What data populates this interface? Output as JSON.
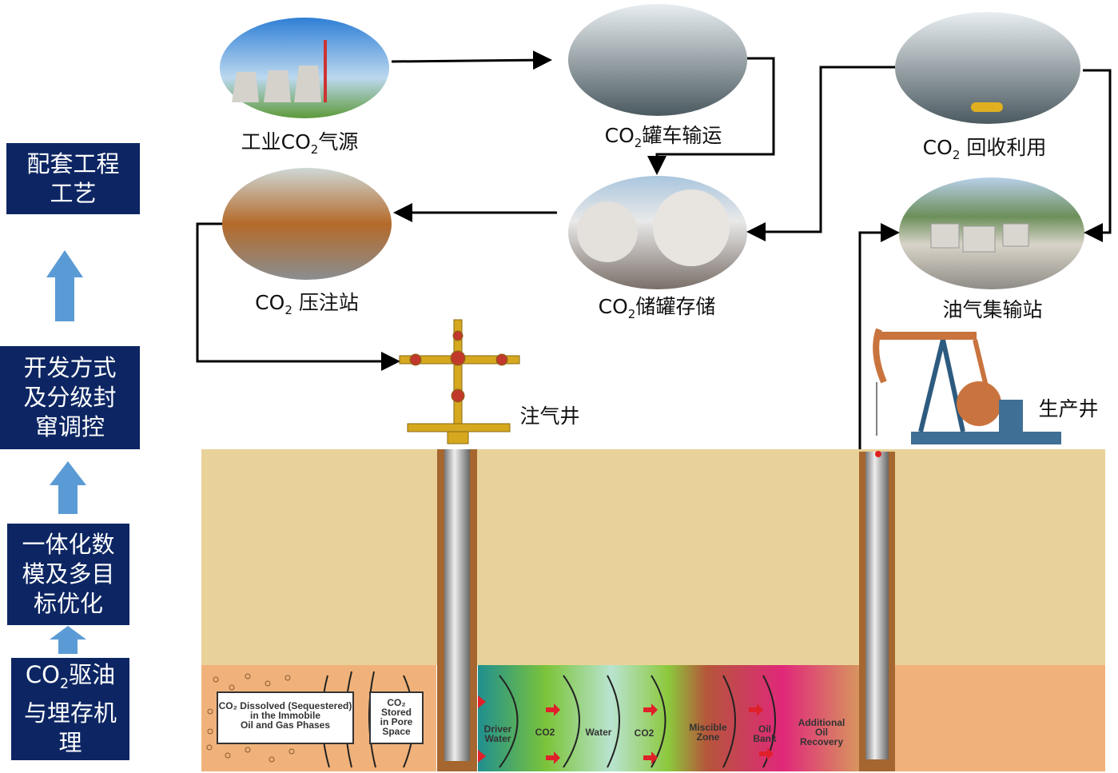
{
  "left_column": {
    "box1": "配套工程工艺",
    "box2": "开发方式及分级封窜调控",
    "box3": "一体化数模及多目标优化",
    "box4_prefix": "CO",
    "box4_sub": "2",
    "box4_rest": "驱油与埋存机理"
  },
  "stations": {
    "source": {
      "pre": "工业CO",
      "sub": "2",
      "post": "气源"
    },
    "truck": {
      "pre": "CO",
      "sub": "2",
      "post": "罐车输运"
    },
    "recycle": {
      "pre": "CO",
      "sub": "2",
      "post": " 回收利用"
    },
    "storage": {
      "pre": "CO",
      "sub": "2",
      "post": "储罐存储"
    },
    "injection_station": {
      "pre": "CO",
      "sub": "2",
      "post": " 压注站"
    },
    "gathering": {
      "label": "油气集输站"
    }
  },
  "wells": {
    "injector": "注气井",
    "producer": "生产井"
  },
  "reservoir": {
    "dissolved": [
      "CO₂ Dissolved (Sequestered)",
      "in the Immobile",
      "Oil and Gas Phases"
    ],
    "stored": [
      "CO₂",
      "Stored",
      "in Pore",
      "Space"
    ],
    "zones": [
      [
        "Driver",
        "Water"
      ],
      [
        "CO2"
      ],
      [
        "Water"
      ],
      [
        "CO2"
      ],
      [
        "Miscible",
        "Zone"
      ],
      [
        "Oil",
        "Bank"
      ],
      [
        "Additional",
        "Oil",
        "Recovery"
      ]
    ]
  },
  "colors": {
    "navy": "#0d2663",
    "arrow_blue": "#5b9bd5",
    "ground": "#e9d299",
    "rock": "#f0b27a"
  }
}
